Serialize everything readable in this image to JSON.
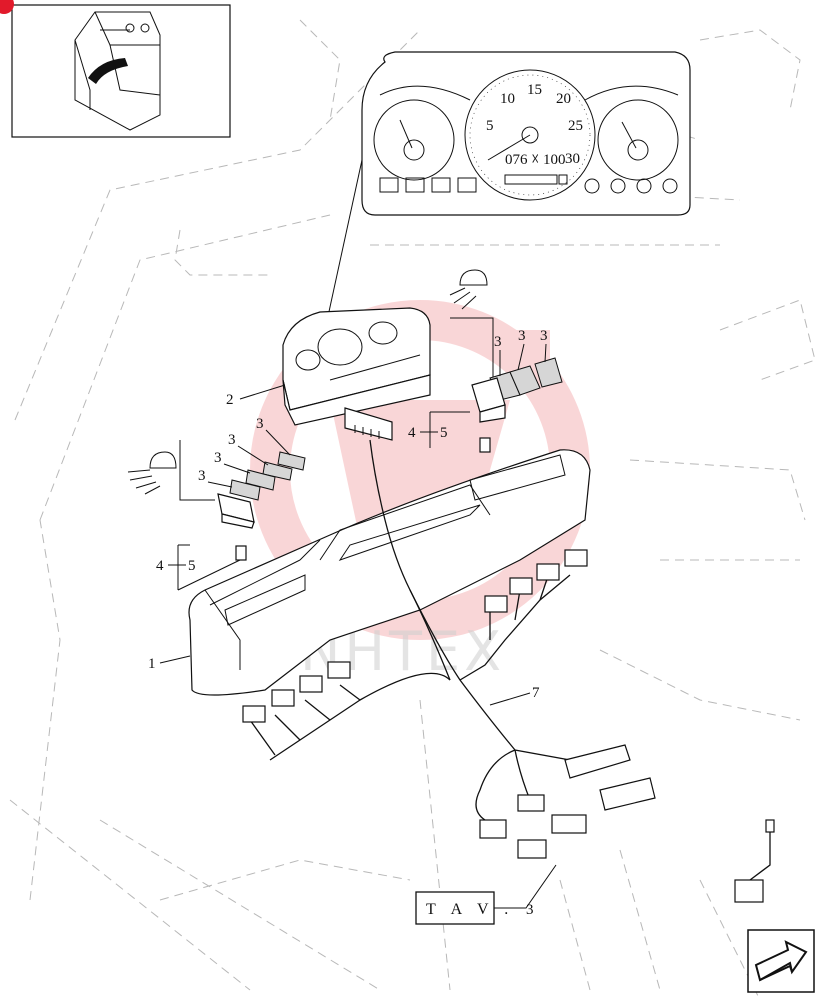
{
  "diagram": {
    "callouts": {
      "dashboard": "1",
      "instrument_cluster": "2",
      "switch_caps": "3",
      "switch": "4",
      "connector": "5",
      "wiring_harness": "7",
      "reference_number": "3"
    },
    "reference_label": "T A V .",
    "watermark_text": "NHTEX",
    "gauge_scale": [
      "5",
      "10",
      "15",
      "20",
      "25",
      "30"
    ],
    "gauge_readout": "076 ☓ 100"
  },
  "colors": {
    "line": "#111111",
    "ghost_line": "#b8b8b8",
    "watermark": "#e8484d",
    "thumbnail_badge": "#e21a2b"
  },
  "icons": [
    "cab-thumbnail-icon",
    "work-light-icon",
    "next-page-arrow-icon"
  ]
}
